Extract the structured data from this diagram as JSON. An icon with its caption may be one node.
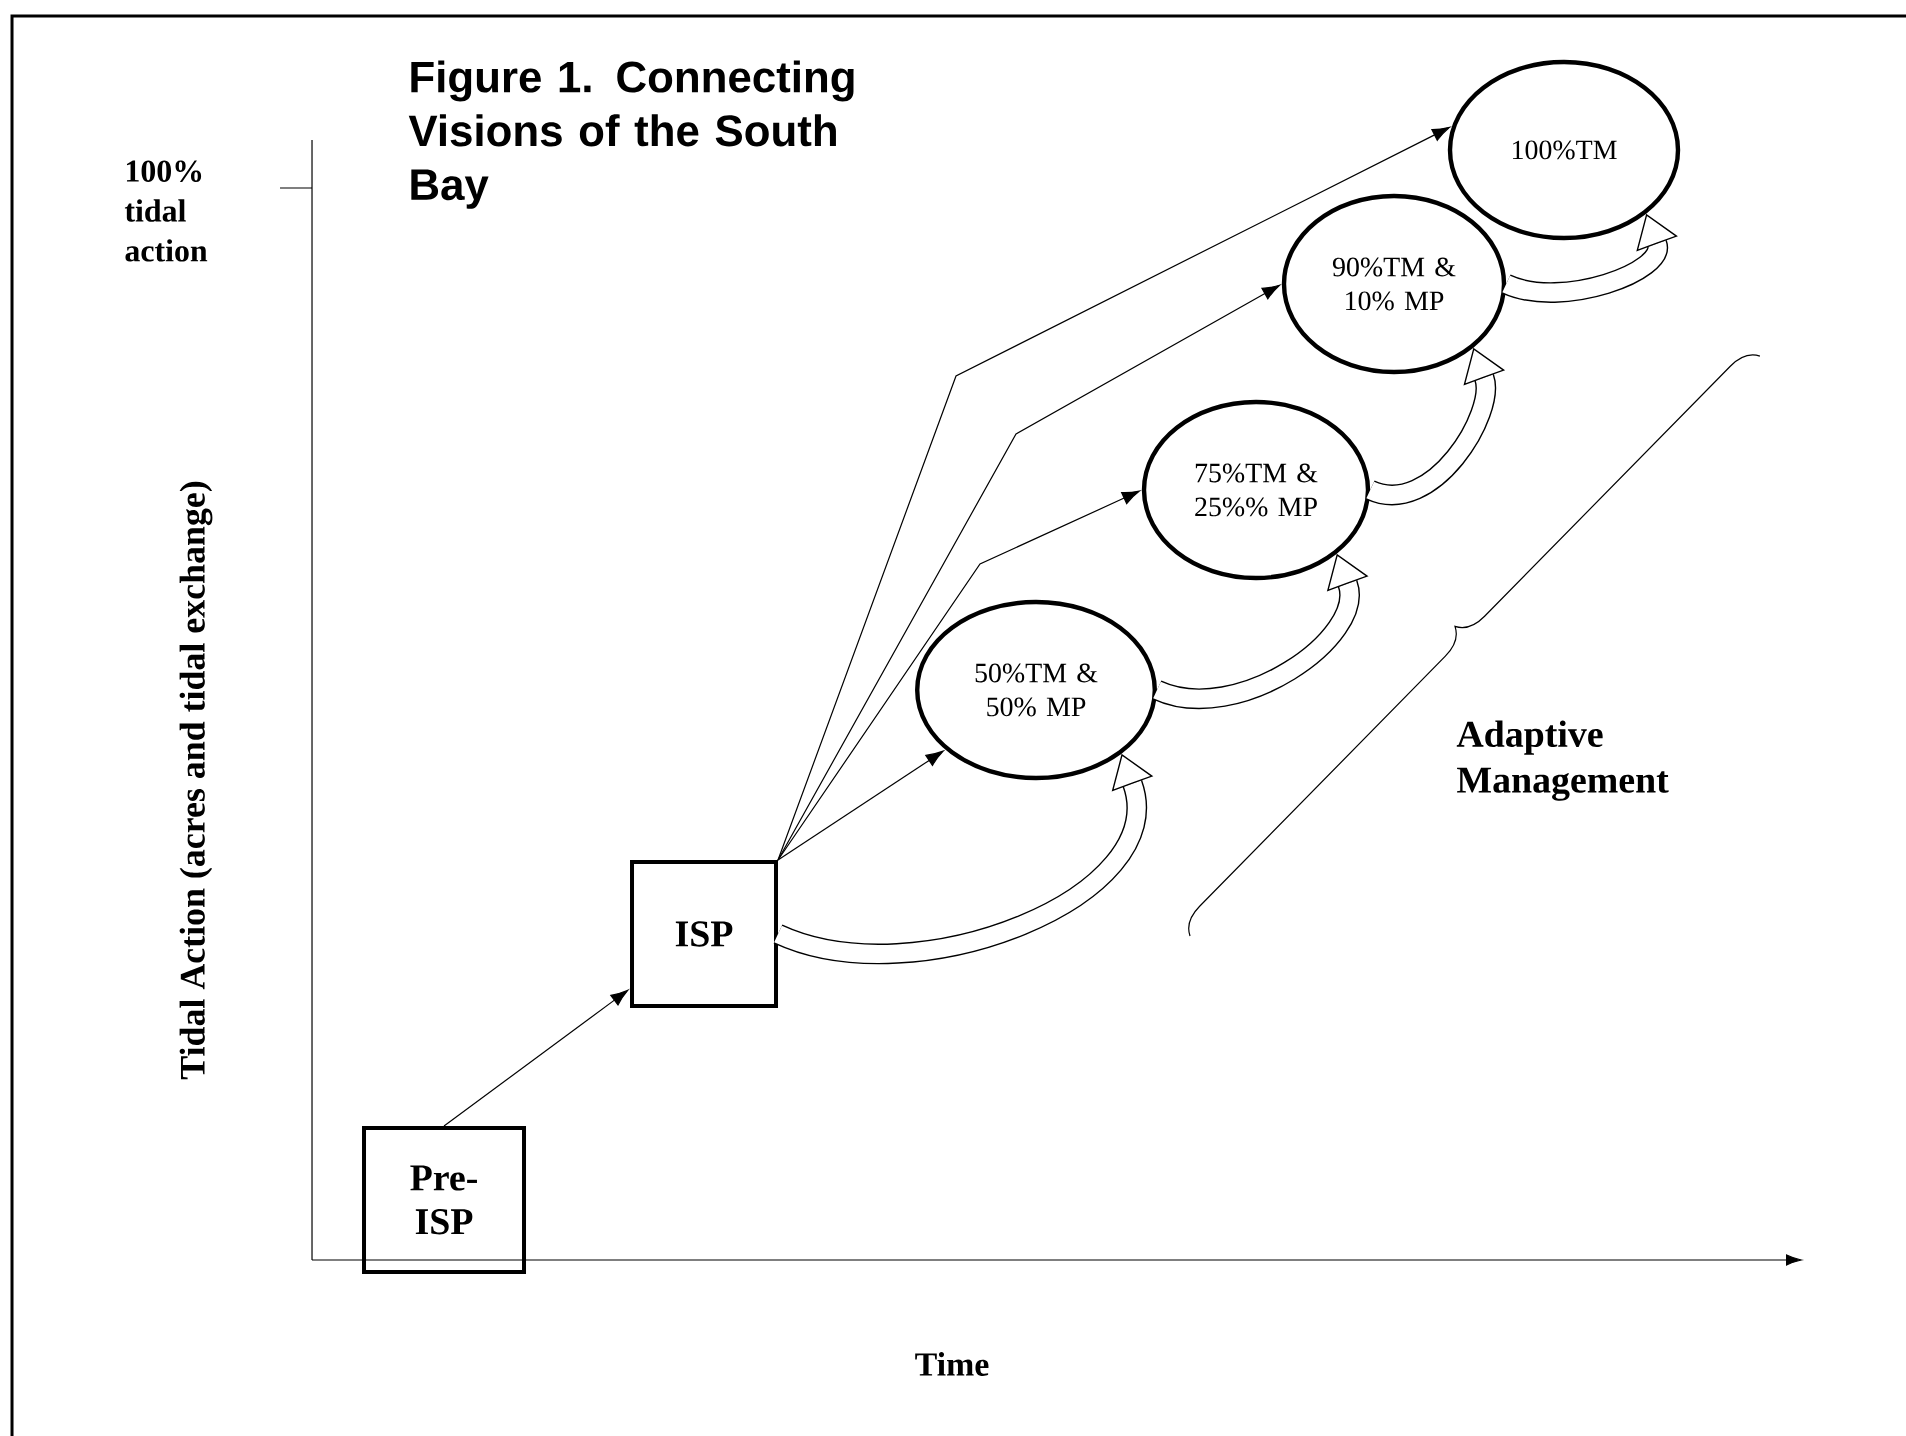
{
  "diagram": {
    "title": "Figure 1.  Connecting Visions of the South Bay",
    "nodes": [
      {
        "text": [
          "Pre-ISP"
        ]
      },
      {
        "text": [
          "ISP"
        ]
      },
      {
        "text": [
          "50%TM & 50% MP"
        ]
      },
      {
        "text": [
          "75%TM & 25%% MP"
        ]
      },
      {
        "text": [
          "90%TM & 10% MP"
        ]
      },
      {
        "text": [
          "100%TM"
        ]
      }
    ],
    "edges": [
      {
        "from": 0,
        "to": 1,
        "arrow": "to"
      },
      {
        "from": 1,
        "to": 2,
        "arrow": "to"
      },
      {
        "from": 1,
        "to": 3,
        "arrow": "to"
      },
      {
        "from": 1,
        "to": 4,
        "arrow": "to"
      },
      {
        "from": 1,
        "to": 5,
        "arrow": "to"
      },
      {
        "from": 1,
        "to": 2,
        "arrow": "to",
        "style": "thick"
      },
      {
        "from": 2,
        "to": 3,
        "arrow": "to",
        "style": "thick"
      },
      {
        "from": 3,
        "to": 4,
        "arrow": "to",
        "style": "thick"
      },
      {
        "from": 4,
        "to": 5,
        "arrow": "to",
        "style": "thick"
      }
    ],
    "labels": [
      "100% tidal action",
      "Tidal Action (acres and tidal exchange)",
      "Time",
      "Adaptive Management"
    ]
  }
}
